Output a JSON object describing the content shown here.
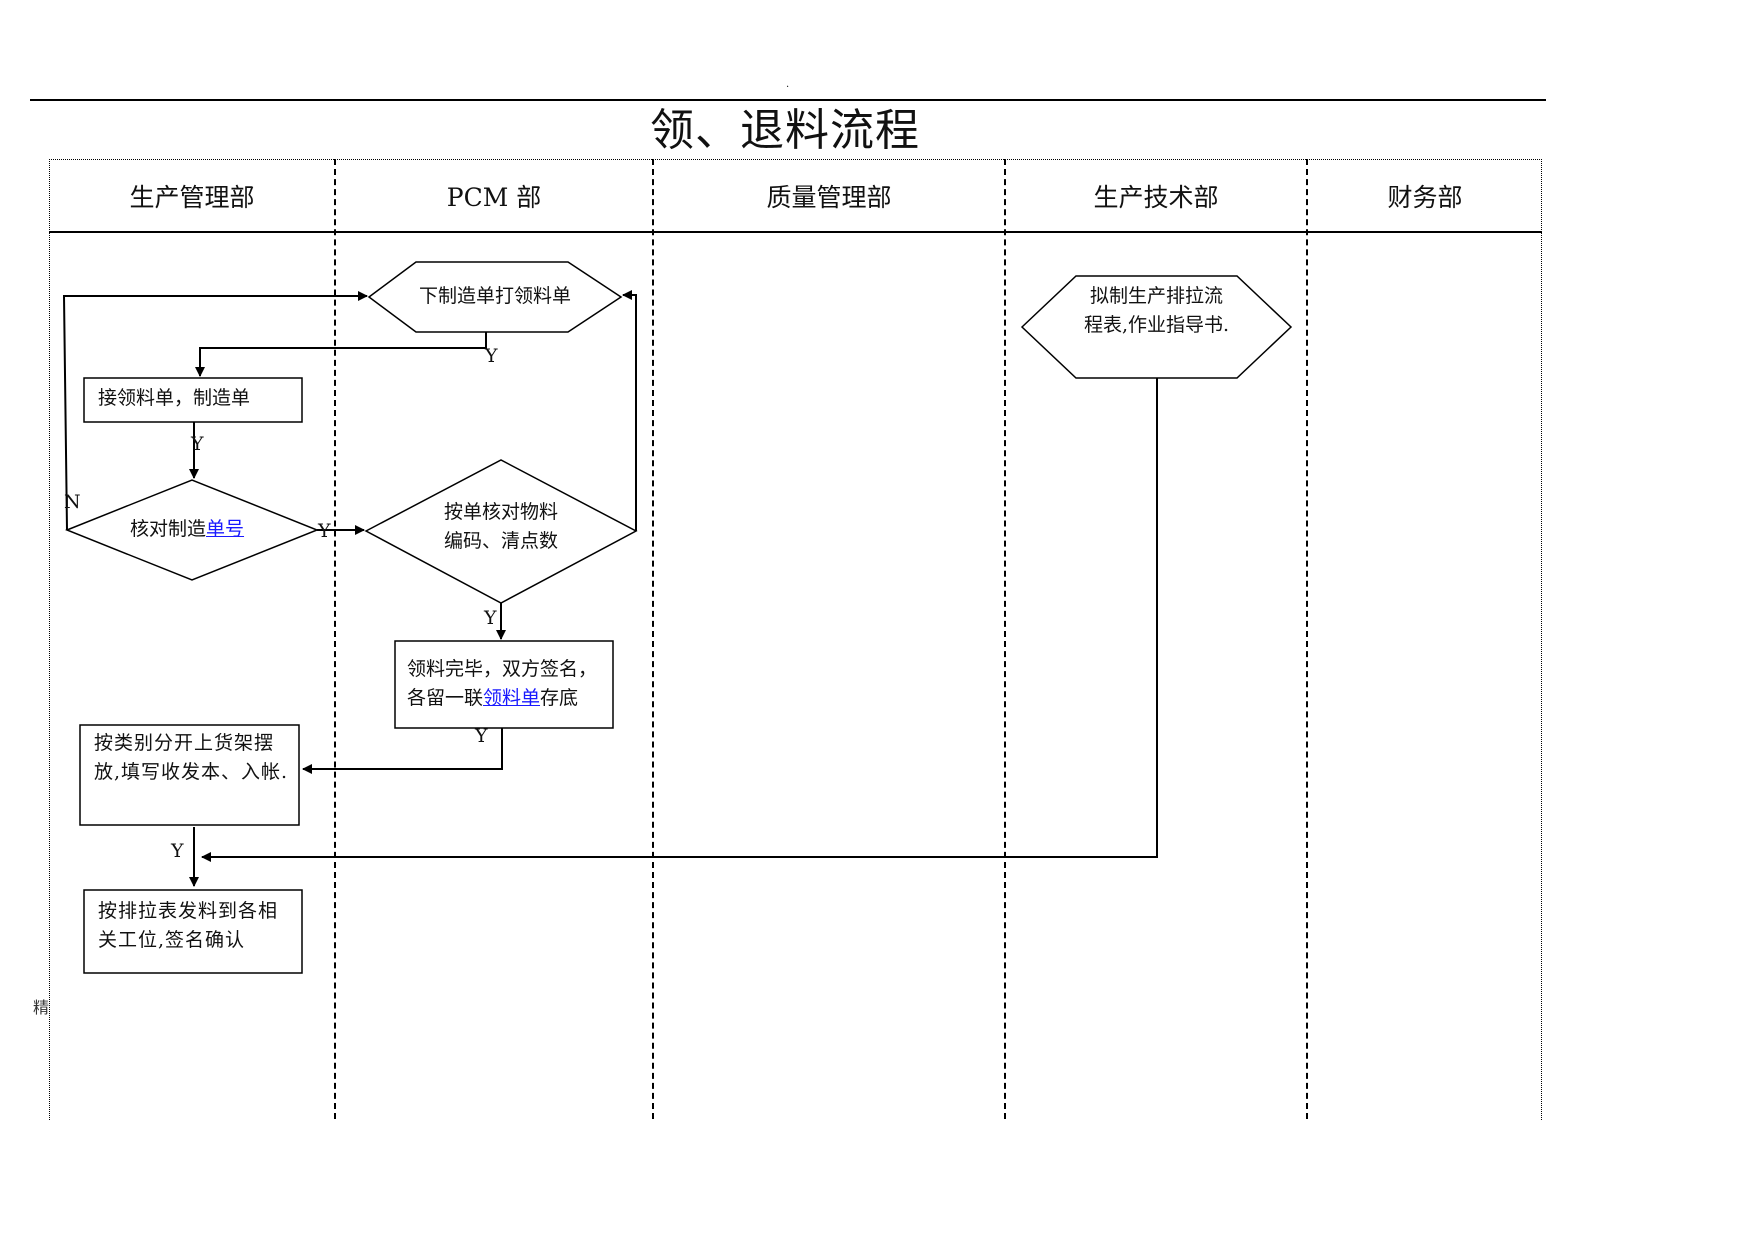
{
  "page": {
    "title": "领、退料流程",
    "header_mark": ".",
    "side_mark": "精"
  },
  "lanes": [
    "生产管理部",
    "PCM 部",
    "质量管理部",
    "生产技术部",
    "财务部"
  ],
  "nodes": {
    "issue_order": "下制造单打领料单",
    "receive_forms": "接领料单，制造单",
    "check_number_prefix": "核对制造",
    "check_number_link": "单号",
    "check_materials_line1": "按单核对物料",
    "check_materials_line2": "编码、清点数",
    "sign_off_line1": "领料完毕，双方签名，",
    "sign_off_line2_prefix": "各留一联",
    "sign_off_line2_link": "领料单",
    "sign_off_line2_suffix": "存底",
    "shelve_line1": "按类别分开上货架摆",
    "shelve_line2": "放,填写收发本、入帐.",
    "distribute_line1": "按排拉表发料到各相",
    "distribute_line2": "关工位,签名确认",
    "schedule_line1": "拟制生产排拉流",
    "schedule_line2": "程表,作业指导书."
  },
  "edge_labels": {
    "yes": "Y",
    "no": "N"
  },
  "colors": {
    "line": "#000000",
    "link": "#1a1aff"
  }
}
